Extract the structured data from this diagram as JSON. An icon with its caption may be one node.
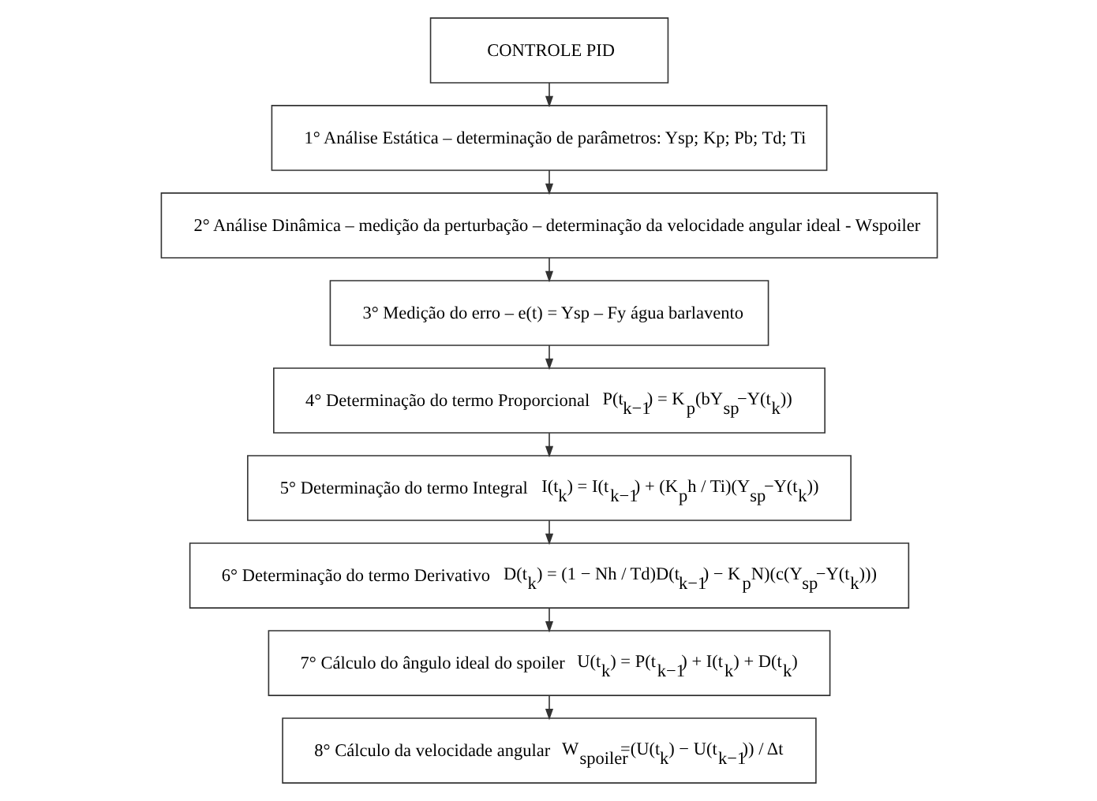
{
  "diagram": {
    "nodes": [
      {
        "text": [
          "CONTROLE PID"
        ]
      },
      {
        "text": [
          "1° Análise Estática – determinação de parâmetros: Ysp; Kp; Pb; Td; Ti"
        ]
      },
      {
        "text": [
          "2° Análise Dinâmica – medição da perturbação – determinação da velocidade angular ideal - Wspoiler"
        ]
      },
      {
        "text": [
          "3° Medição do erro – e(t) = Ysp – Fy água barlavento"
        ]
      },
      {
        "text": [
          "4° Determinação do termo Proporcional",
          "P(t$_{k−1}$) = K$_{p}$(bY$_{sp}$−Y(t$_{k}$))"
        ]
      },
      {
        "text": [
          "5° Determinação do termo Integral",
          "I(t$_{k}$) = I(t$_{k−1}$) + (K$_{p}$h / Ti)(Y$_{sp}$−Y(t$_{k}$))"
        ]
      },
      {
        "text": [
          "6° Determinação do termo Derivativo",
          "D(t$_{k}$) = (1 − Nh / Td)D(t$_{k−1}$) − K$_{p}$N)(c(Y$_{sp}$−Y(t$_{k}$)))"
        ]
      },
      {
        "text": [
          "7° Cálculo do ângulo ideal do spoiler",
          "U(t$_{k}$) = P(t$_{k−1}$) + I(t$_{k}$) + D(t$_{k}$)"
        ]
      },
      {
        "text": [
          "8° Cálculo da velocidade angular",
          "W$_{spoiler}$=(U(t$_{k}$) − U(t$_{k−1}$)) / Δt"
        ]
      }
    ],
    "edges": [
      {
        "from": 0,
        "to": 1,
        "arrow": "to"
      },
      {
        "from": 1,
        "to": 2,
        "arrow": "to"
      },
      {
        "from": 2,
        "to": 3,
        "arrow": "to"
      },
      {
        "from": 3,
        "to": 4,
        "arrow": "to"
      },
      {
        "from": 4,
        "to": 5,
        "arrow": "to"
      },
      {
        "from": 5,
        "to": 6,
        "arrow": "to"
      },
      {
        "from": 6,
        "to": 7,
        "arrow": "to"
      },
      {
        "from": 7,
        "to": 8,
        "arrow": "to"
      }
    ]
  }
}
